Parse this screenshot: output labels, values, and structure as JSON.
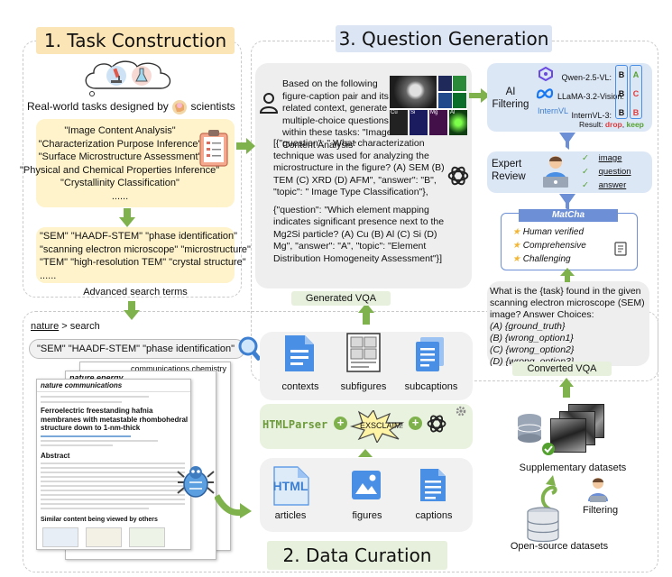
{
  "sections": {
    "task_construction": "1. Task Construction",
    "question_generation": "3. Question Generation",
    "data_curation": "2. Data Curation"
  },
  "task": {
    "designed_by_left": "Real-world tasks designed by",
    "designed_by_right": "scientists",
    "tasks": [
      "\"Image Content Analysis\"",
      "\"Characterization Purpose Inference\"",
      "\"Surface Microstructure Assessment\"",
      "\"Physical and Chemical Properties Inference\"",
      "\"Crystallinity Classification\"",
      "......"
    ],
    "terms": [
      "\"SEM\" \"HAADF-STEM\" \"phase identification\"",
      "\"scanning electron microscope\" \"microstructure\"",
      "\"TEM\" \"high-resolution TEM\" \"crystal structure\"",
      "......"
    ],
    "advanced_label": "Advanced search terms"
  },
  "search": {
    "nature": "nature",
    "arrow_text": "> search",
    "query": "\"SEM\" \"HAADF-STEM\" \"phase identification\"",
    "journal_1": "communications chemistry",
    "journal_2": "nature energy",
    "journal_3": "nature communications",
    "paper_title": "Ferroelectric freestanding hafnia membranes with metastable rhombohedral structure down to 1-nm-thick",
    "abstract": "Abstract",
    "similar": "Similar content being viewed by others"
  },
  "curation": {
    "contexts": "contexts",
    "subfigures": "subfigures",
    "subcaptions": "subcaptions",
    "htmlparser": "HTMLParser",
    "exsclaim": "EXSCLAIM!",
    "html_icon_text": "HTML",
    "articles": "articles",
    "figures": "figures",
    "captions": "captions",
    "plus": "+"
  },
  "generation": {
    "prompt": "Based on the following figure-caption pair and its related context, generate multiple-choice questions within these tasks: \"Image Content Analysis\"",
    "output_1": "[{\"question\": \" What characterization technique was used for analyzing the microstructure in the figure? (A) SEM (B) TEM (C) XRD (D) AFM\", \"answer\": \"B\", \"topic\": \" Image Type Classification\"},",
    "output_2": "{\"question\": \"Which element mapping indicates significant presence next to the Mg2Si particle? (A) Cu (B) Al (C) Si (D) Mg\", \"answer\": \"A\", \"topic\": \"Element Distribution Homogeneity Assessment\"}]",
    "generated_label": "Generated VQA",
    "panel_labels": [
      "Cu",
      "Si",
      "Mg",
      "Al"
    ]
  },
  "filtering": {
    "ai_label": "AI Filtering",
    "models": [
      "Qwen-2.5-VL:",
      "LLaMA-3.2-Vision:",
      "InternVL-3:"
    ],
    "internvl_logo": "InternVL",
    "answers": [
      [
        "B",
        "A"
      ],
      [
        "B",
        "C"
      ],
      [
        "B",
        "B"
      ]
    ],
    "result_label": "Result:",
    "drop": "drop",
    "keep": "keep",
    "comma": ","
  },
  "review": {
    "label": "Expert Review",
    "checks": [
      "image",
      "question",
      "answer"
    ]
  },
  "matcha": {
    "logo": "MatCha",
    "items": [
      "Human verified",
      "Comprehensive",
      "Challenging"
    ]
  },
  "converted": {
    "text_1": "What is the {task} found in the given scanning electron microscope (SEM) image? Answer Choices:",
    "choices": [
      "(A) {ground_truth}",
      "(B) {wrong_option1}",
      "(C) {wrong_option2}",
      "(D) {wrong_option3}"
    ],
    "label": "Converted VQA"
  },
  "datasets": {
    "supplementary": "Supplementary datasets",
    "filtering": "Filtering",
    "open_source": "Open-source datasets"
  },
  "colors": {
    "green_arrow": "#7fb24c",
    "blue_funnel": "#6d8fd6",
    "red": "#e03b3b",
    "green_text": "#55a130",
    "task_yellow": "#fbe5b6",
    "gen_blue": "#dbe5f3",
    "cur_green": "#e6f0dc"
  },
  "icons": [
    "microscope-icon",
    "flask-icon",
    "scientist-head-icon",
    "clipboard-icon",
    "magnifier-icon",
    "person-icon",
    "openai-icon",
    "qwen-icon",
    "meta-icon",
    "funnel-icon",
    "expert-laptop-icon",
    "crawler-bug-icon",
    "document-icon",
    "image-icon",
    "database-icon",
    "star-icon",
    "check-icon"
  ]
}
